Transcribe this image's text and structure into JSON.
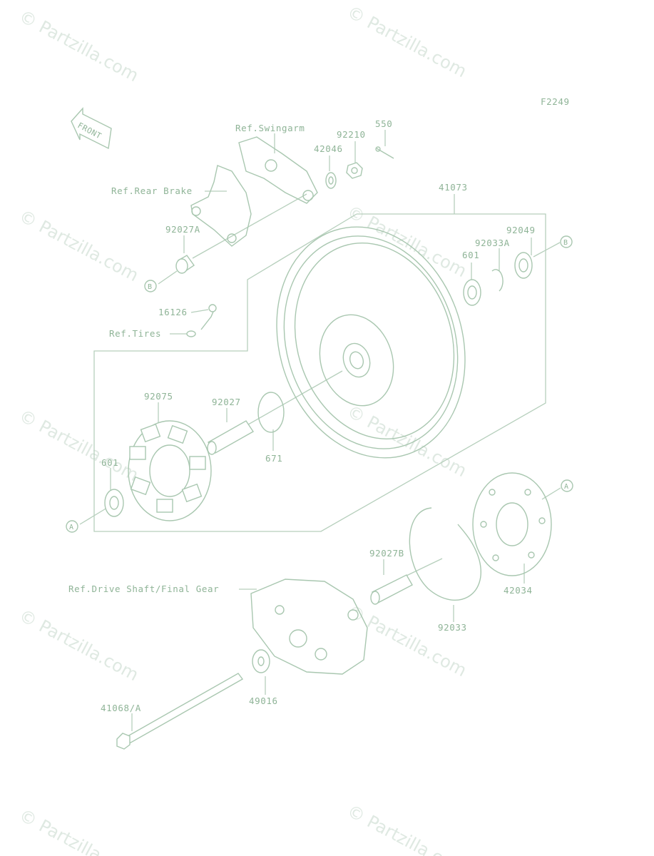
{
  "figure_code": "F2249",
  "front_arrow": "FRONT",
  "watermark": "© Partzilla.com",
  "labels": {
    "ref_swingarm": "Ref.Swingarm",
    "p550": "550",
    "p92210": "92210",
    "p42046": "42046",
    "ref_rear_brake": "Ref.Rear Brake",
    "p41073": "41073",
    "p92049": "92049",
    "p92033a": "92033A",
    "p601_top": "601",
    "p92027a": "92027A",
    "p16126": "16126",
    "ref_tires": "Ref.Tires",
    "p92075": "92075",
    "p92027": "92027",
    "p671": "671",
    "p601_left": "601",
    "p92027b": "92027B",
    "ref_drive_shaft": "Ref.Drive Shaft/Final Gear",
    "p42034": "42034",
    "p92033": "92033",
    "p49016": "49016",
    "p41068a": "41068/A",
    "mark_a": "A",
    "mark_b": "B"
  }
}
